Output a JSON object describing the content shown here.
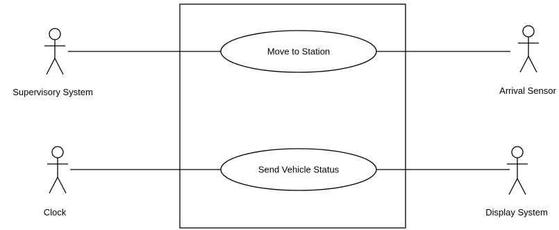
{
  "actors": [
    {
      "id": "supervisory",
      "label": "Supervisory System"
    },
    {
      "id": "arrival",
      "label": "Arrival Sensor"
    },
    {
      "id": "clock",
      "label": "Clock"
    },
    {
      "id": "display",
      "label": "Display System"
    }
  ],
  "use_cases": [
    {
      "id": "move",
      "label": "Move to Station"
    },
    {
      "id": "status",
      "label": "Send Vehicle Status"
    }
  ]
}
